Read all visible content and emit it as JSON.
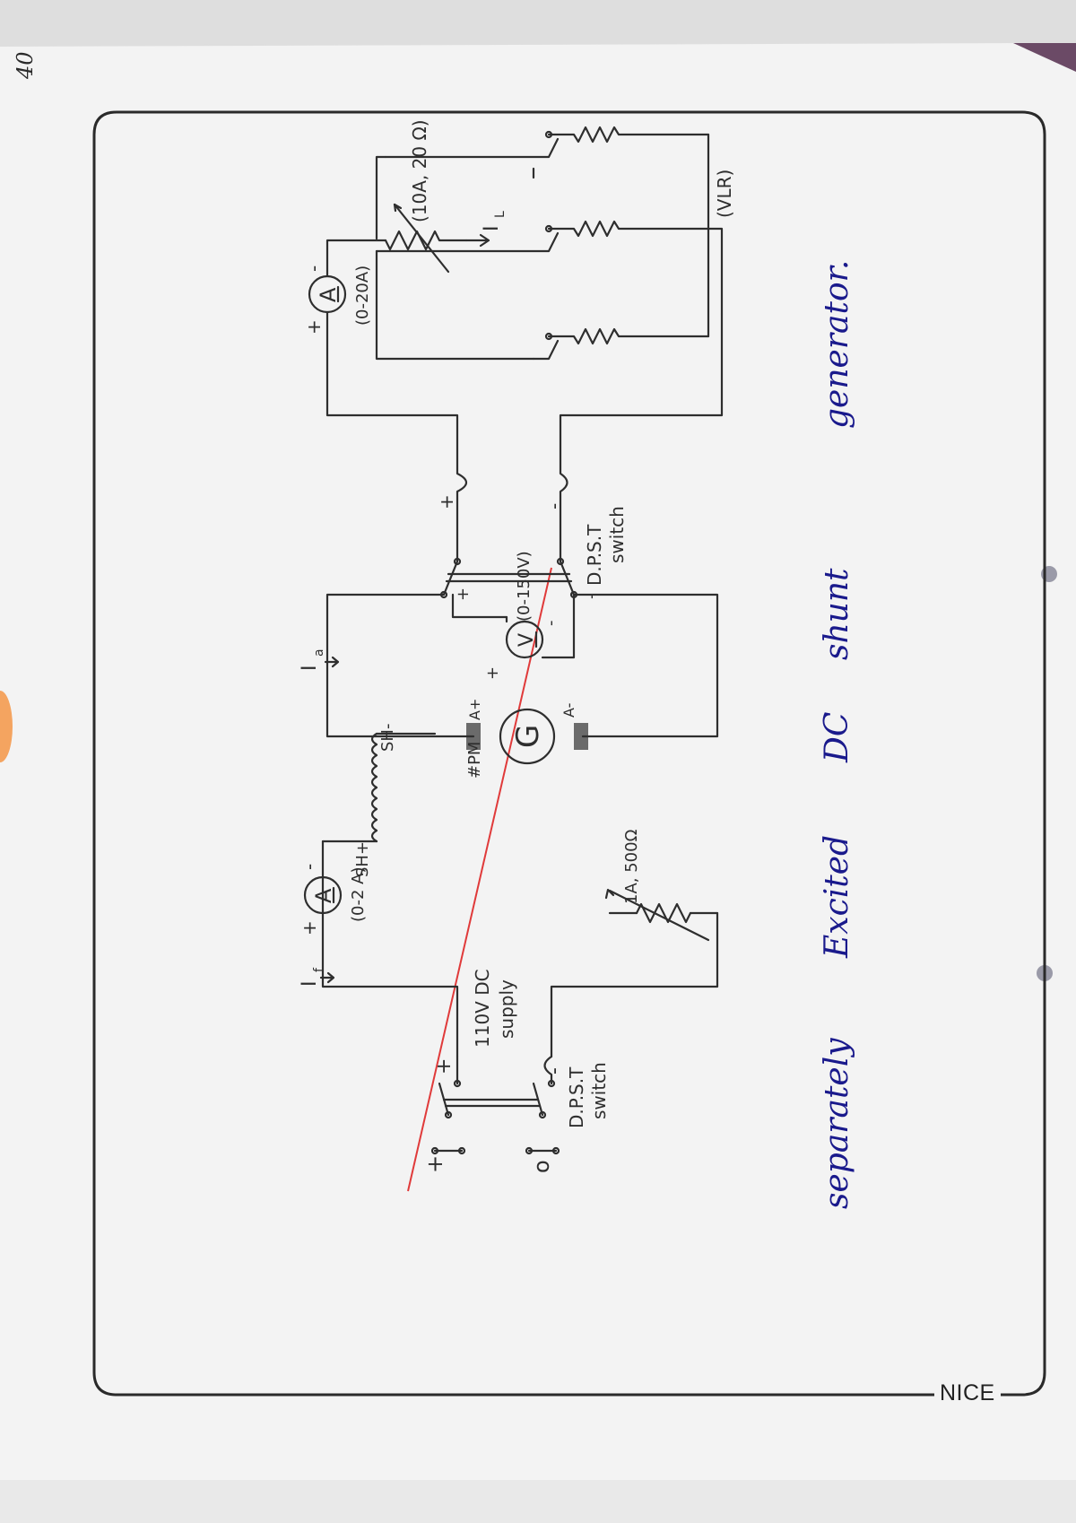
{
  "page": {
    "page_number": "40",
    "brand": "NICE"
  },
  "caption": {
    "words": [
      "separately",
      "Excited",
      "DC",
      "shunt",
      "generator."
    ]
  },
  "supply": {
    "plus": "+",
    "minus": "o",
    "switch_line1": "D.P.S.T",
    "switch_line2": "switch",
    "switch_plus": "+",
    "switch_minus": "-",
    "label_line1": "110V DC",
    "label_line2": "supply"
  },
  "field_circuit": {
    "current": "I",
    "current_sub": "f",
    "ammeter_symbol": "A",
    "ammeter_range": "(0-2 A)",
    "ammeter_plus": "+",
    "ammeter_minus": "-",
    "terminal_top": "SH+",
    "terminal_bottom": "SH-",
    "rheostat": "1A, 500Ω"
  },
  "generator": {
    "symbol": "G",
    "prime_mover": "#PM",
    "terminal_plus": "A+",
    "terminal_minus": "A-"
  },
  "armature_circuit": {
    "current": "I",
    "current_sub": "a",
    "voltmeter_symbol": "V",
    "voltmeter_range": "(0-150V)",
    "voltmeter_plus": "+",
    "voltmeter_minus": "-",
    "switch_line1": "D.P.S.T",
    "switch_line2": "switch",
    "switch_plus_left": "+",
    "switch_minus_left": "-",
    "switch_plus_right": "+",
    "switch_minus_right": "-"
  },
  "load_circuit": {
    "ammeter_symbol": "A",
    "ammeter_range": "(0-20A)",
    "ammeter_plus": "+",
    "ammeter_minus": "-",
    "rheostat": "(10A, 20 Ω)",
    "load_current": "I",
    "load_current_sub": "L",
    "load_label": "(VLR)"
  },
  "colors": {
    "paper": "#f3f3f3",
    "ink": "#2e2e2e",
    "caption_ink": "#1a1a8c",
    "strike": "#e03a3a",
    "tab": "#f4a460"
  }
}
